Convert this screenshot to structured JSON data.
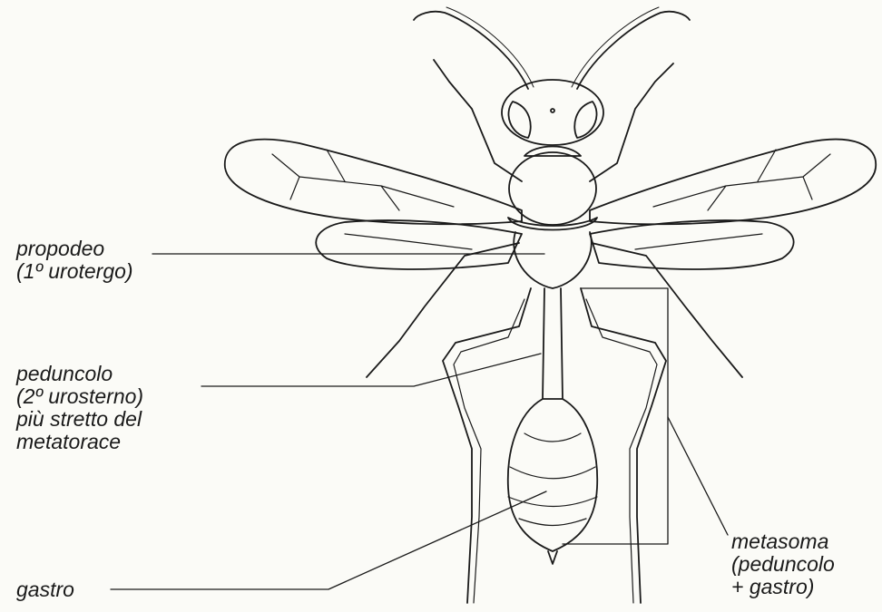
{
  "colors": {
    "ink": "#1a1a1a",
    "paper": "#fbfbf7"
  },
  "labels": {
    "propodeo": [
      "propodeo",
      "(1º urotergo)"
    ],
    "peduncolo": [
      "peduncolo",
      "(2º urosterno)",
      "più stretto del",
      "metatorace"
    ],
    "gastro": [
      "gastro"
    ],
    "metasoma": [
      "metasoma",
      "(peduncolo",
      "+ gastro)"
    ]
  }
}
